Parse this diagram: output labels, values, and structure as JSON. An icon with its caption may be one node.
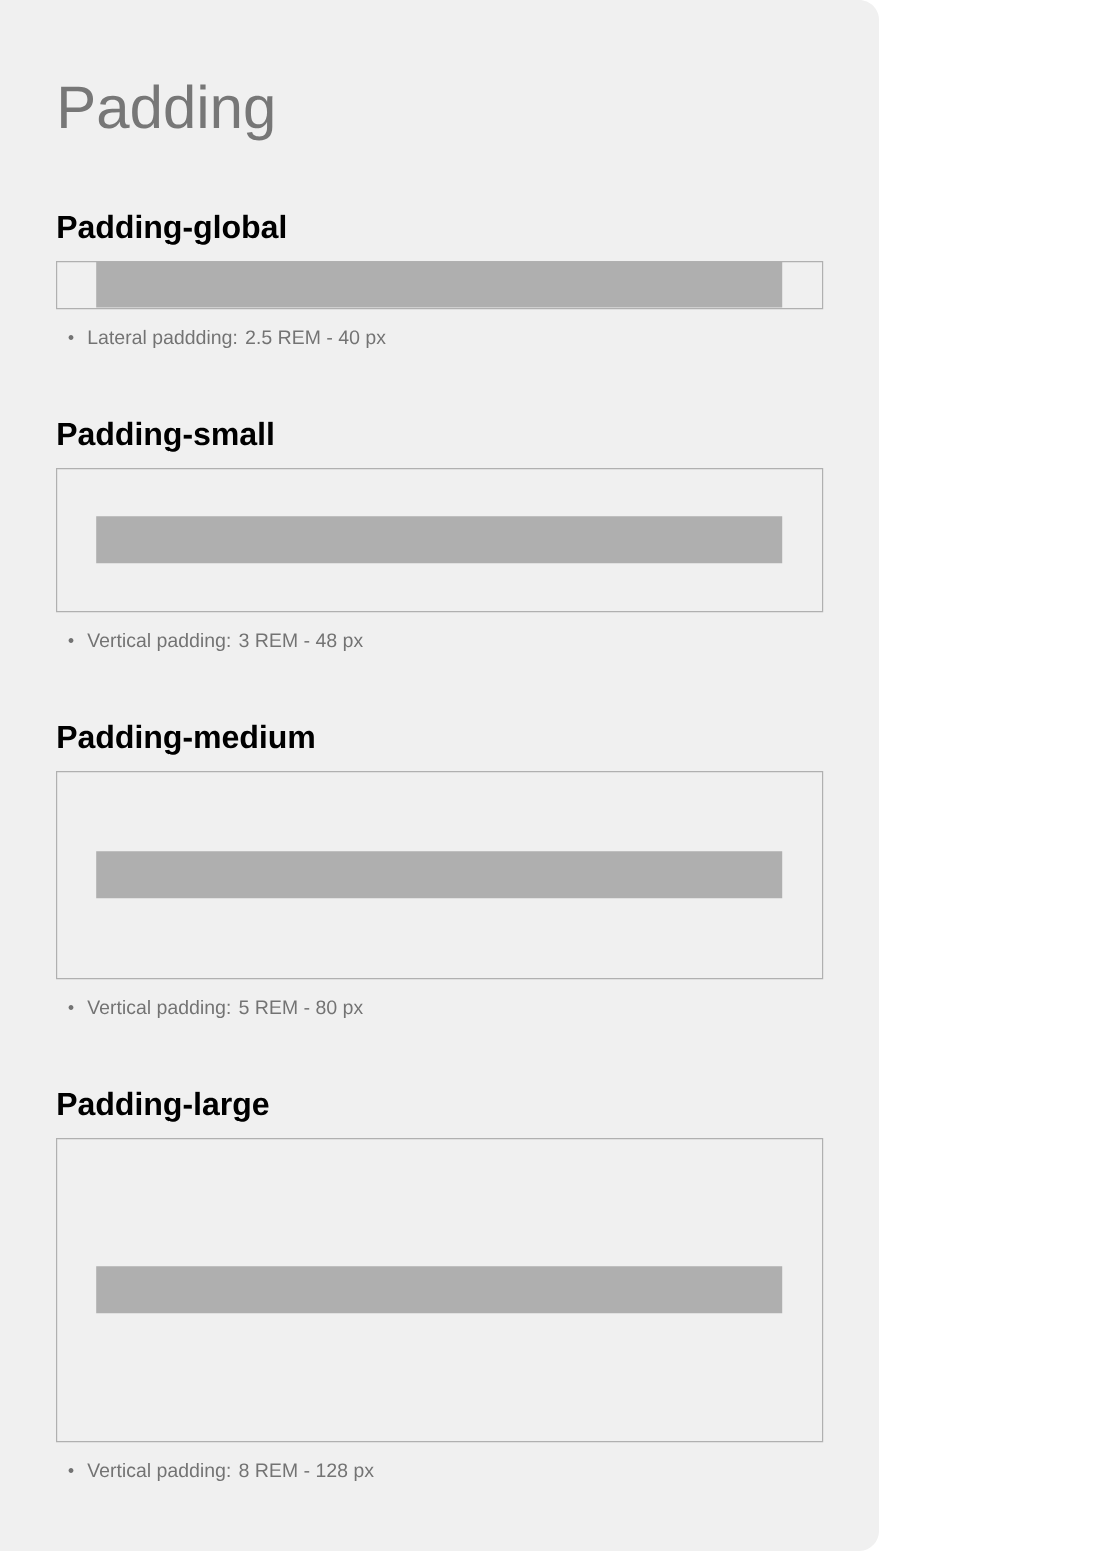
{
  "diagram": {
    "title": "Padding",
    "nodes": [
      {
        "text": [
          "Padding-global"
        ],
        "beside": [
          "Lateral paddding: 2.5 REM - 40 px"
        ]
      },
      {
        "text": [],
        "shape": "bar",
        "in": 0
      },
      {
        "text": [
          "Padding-small"
        ],
        "beside": [
          "Vertical padding: 3 REM - 48 px"
        ]
      },
      {
        "text": [],
        "shape": "bar",
        "in": 2
      },
      {
        "text": [
          "Padding-medium"
        ],
        "beside": [
          "Vertical padding: 5 REM - 80 px"
        ]
      },
      {
        "text": [],
        "shape": "bar",
        "in": 4
      },
      {
        "text": [
          "Padding-large"
        ],
        "beside": [
          "Vertical padding: 8 REM - 128 px"
        ]
      },
      {
        "text": [],
        "shape": "bar",
        "in": 6
      }
    ]
  }
}
